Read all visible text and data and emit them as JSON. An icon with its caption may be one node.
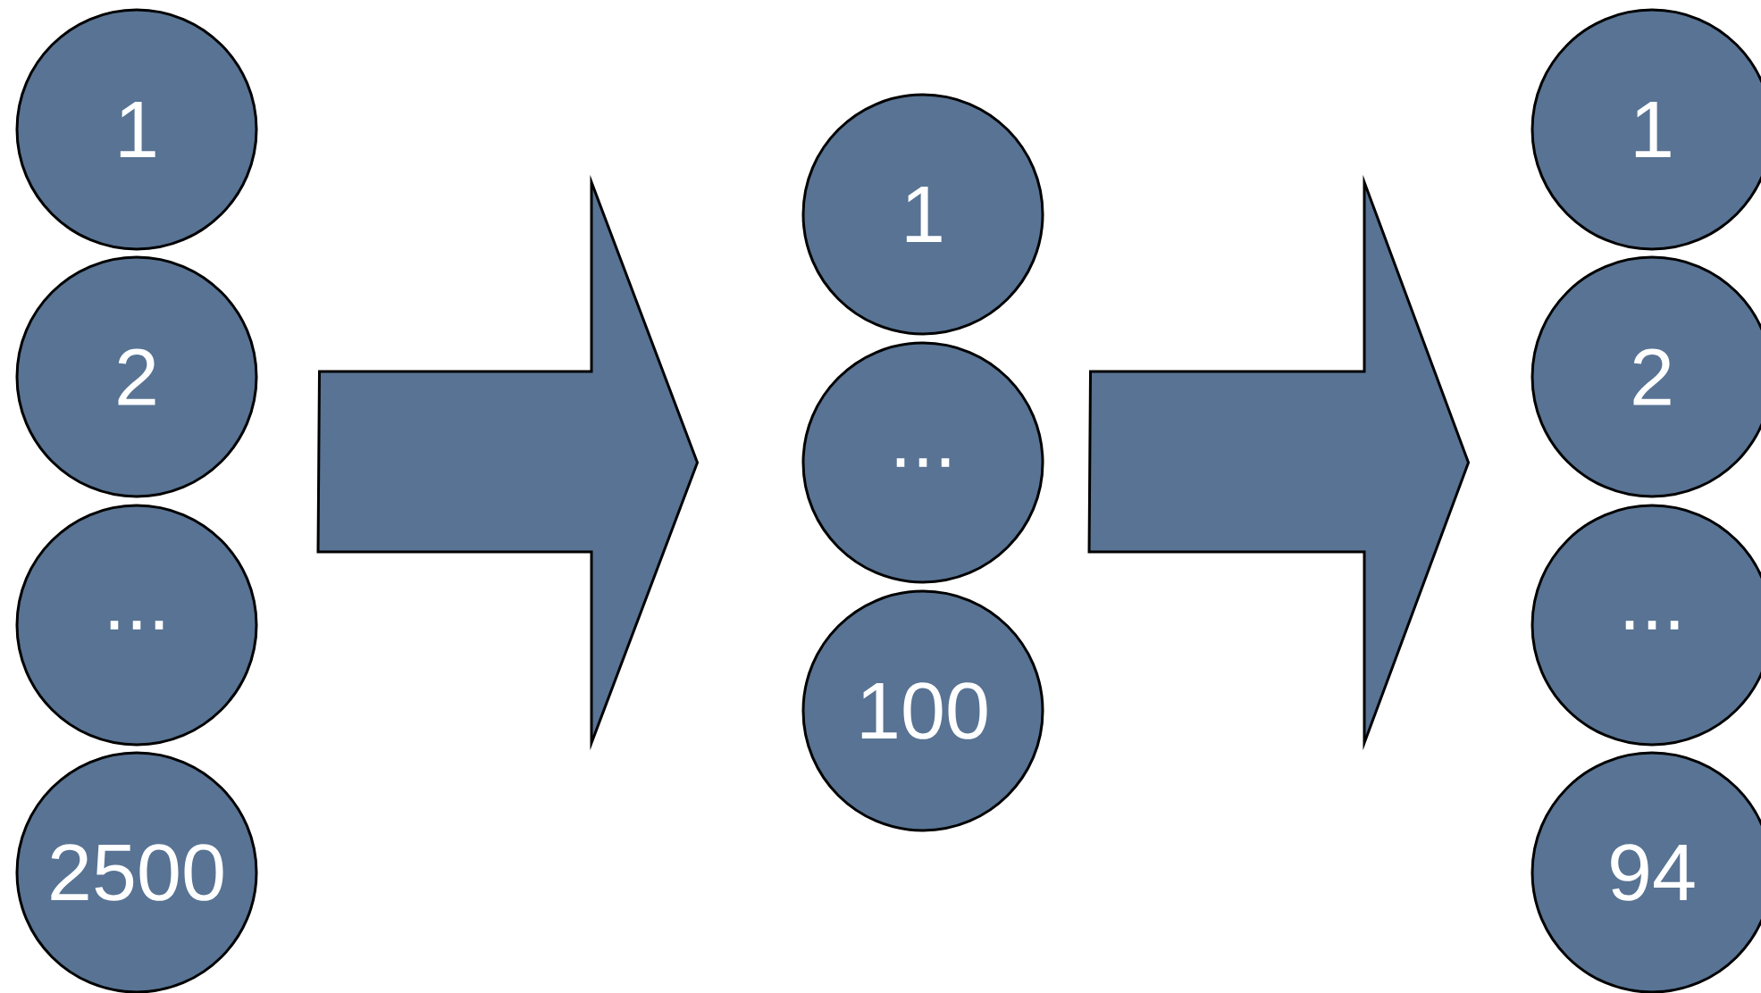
{
  "diagram": {
    "nodes": [
      {
        "text": [
          "1"
        ]
      },
      {
        "text": [
          "2"
        ]
      },
      {
        "text": [
          "..."
        ]
      },
      {
        "text": [
          "2500"
        ]
      },
      {
        "text": [
          "1"
        ]
      },
      {
        "text": [
          "..."
        ]
      },
      {
        "text": [
          "100"
        ]
      },
      {
        "text": [
          "1"
        ]
      },
      {
        "text": [
          "2"
        ]
      },
      {
        "text": [
          "..."
        ]
      },
      {
        "text": [
          "94"
        ]
      }
    ],
    "edges": [
      {
        "from": 1,
        "to": 5,
        "arrow": "to"
      },
      {
        "from": 5,
        "to": 8,
        "arrow": "to"
      }
    ]
  }
}
